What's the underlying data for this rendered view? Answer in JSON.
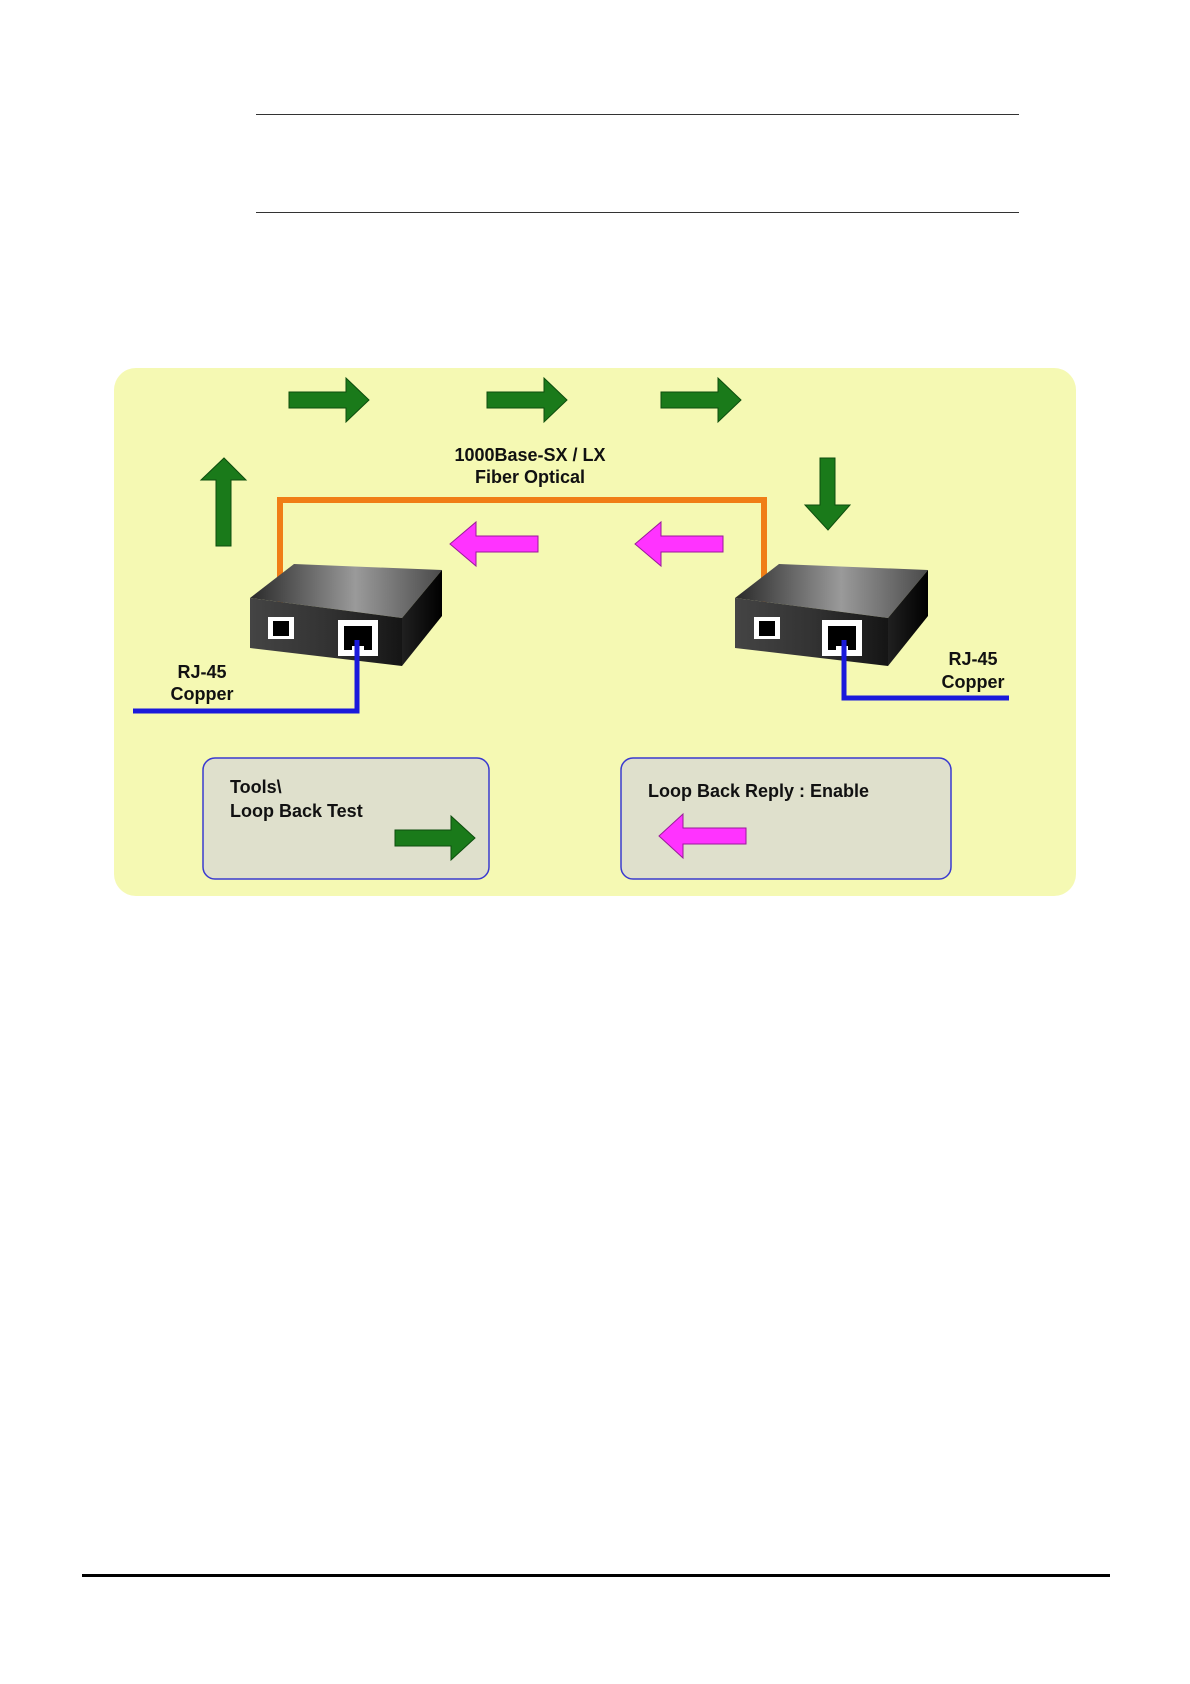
{
  "diagram": {
    "fiber_label_line1": "1000Base-SX / LX",
    "fiber_label_line2": "Fiber Optical",
    "left_port_label_line1": "RJ-45",
    "left_port_label_line2": "Copper",
    "right_port_label_line1": "RJ-45",
    "right_port_label_line2": "Copper",
    "left_box_line1": "Tools\\",
    "left_box_line2": "Loop Back Test",
    "right_box_line1": "Loop Back Reply : Enable"
  },
  "colors": {
    "panel_background": "#f5f9b3",
    "fiber_cable": "#f07e16",
    "copper_cable": "#1a1adb",
    "forward_arrow": "#1a7a1a",
    "reply_arrow": "#ff33ff",
    "info_box": "#dfe0cc",
    "info_box_border": "#3a3ad0"
  }
}
